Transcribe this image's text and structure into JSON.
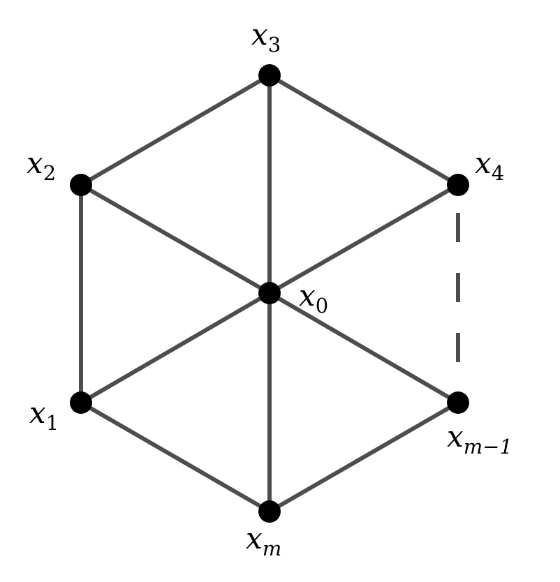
{
  "diagram": {
    "type": "wheel-graph",
    "nodes": [
      {
        "id": "x0",
        "base": "x",
        "sub": "0"
      },
      {
        "id": "x1",
        "base": "x",
        "sub": "1"
      },
      {
        "id": "x2",
        "base": "x",
        "sub": "2"
      },
      {
        "id": "x3",
        "base": "x",
        "sub": "3"
      },
      {
        "id": "x4",
        "base": "x",
        "sub": "4"
      },
      {
        "id": "xm1",
        "base": "x",
        "sub": "m−1"
      },
      {
        "id": "xm",
        "base": "x",
        "sub": "m"
      }
    ],
    "edges": [
      {
        "from": "x3",
        "to": "x2",
        "style": "solid"
      },
      {
        "from": "x3",
        "to": "x4",
        "style": "solid"
      },
      {
        "from": "x3",
        "to": "x0",
        "style": "solid"
      },
      {
        "from": "x2",
        "to": "x1",
        "style": "solid"
      },
      {
        "from": "x2",
        "to": "x0",
        "style": "solid"
      },
      {
        "from": "x4",
        "to": "x0",
        "style": "solid"
      },
      {
        "from": "x0",
        "to": "x1",
        "style": "solid"
      },
      {
        "from": "x0",
        "to": "xm",
        "style": "solid"
      },
      {
        "from": "x0",
        "to": "xm1",
        "style": "solid"
      },
      {
        "from": "x1",
        "to": "xm",
        "style": "solid"
      },
      {
        "from": "xm",
        "to": "xm1",
        "style": "solid"
      },
      {
        "from": "x4",
        "to": "xm1",
        "style": "dashed"
      }
    ],
    "colors": {
      "edge": "#4d4d4d",
      "node": "#000000"
    }
  }
}
